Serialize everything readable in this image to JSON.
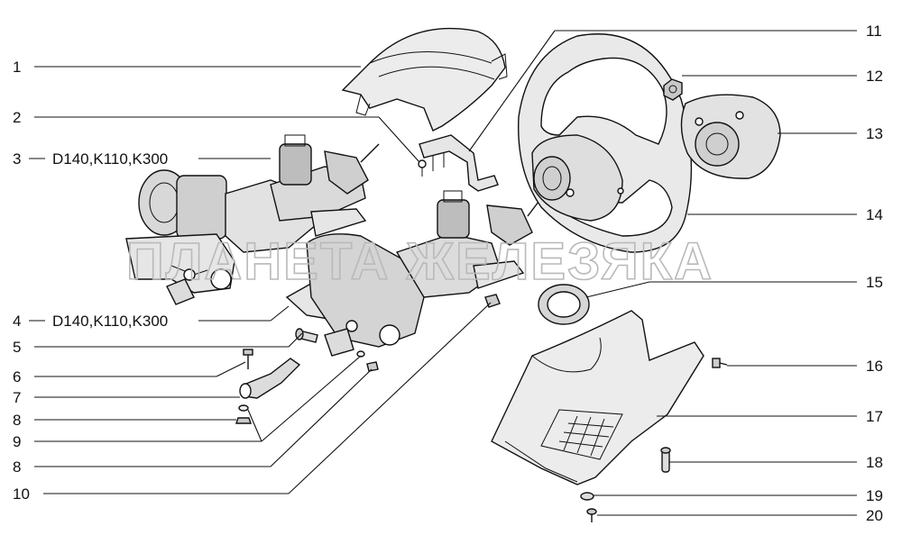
{
  "watermark": "ПЛАНЕТА ЖЕЛЕЗЯКА",
  "callouts": {
    "c1": {
      "num": "1",
      "note": ""
    },
    "c2": {
      "num": "2",
      "note": ""
    },
    "c3": {
      "num": "3",
      "note": "D140,K110,K300"
    },
    "c4": {
      "num": "4",
      "note": "D140,K110,K300"
    },
    "c5": {
      "num": "5",
      "note": ""
    },
    "c6": {
      "num": "6",
      "note": ""
    },
    "c7": {
      "num": "7",
      "note": ""
    },
    "c8a": {
      "num": "8",
      "note": ""
    },
    "c9": {
      "num": "9",
      "note": ""
    },
    "c8b": {
      "num": "8",
      "note": ""
    },
    "c10": {
      "num": "10",
      "note": ""
    },
    "c11": {
      "num": "11",
      "note": ""
    },
    "c12": {
      "num": "12",
      "note": ""
    },
    "c13": {
      "num": "13",
      "note": ""
    },
    "c14": {
      "num": "14",
      "note": ""
    },
    "c15": {
      "num": "15",
      "note": ""
    },
    "c16": {
      "num": "16",
      "note": ""
    },
    "c17": {
      "num": "17",
      "note": ""
    },
    "c18": {
      "num": "18",
      "note": ""
    },
    "c19": {
      "num": "19",
      "note": ""
    },
    "c20": {
      "num": "20",
      "note": ""
    }
  }
}
